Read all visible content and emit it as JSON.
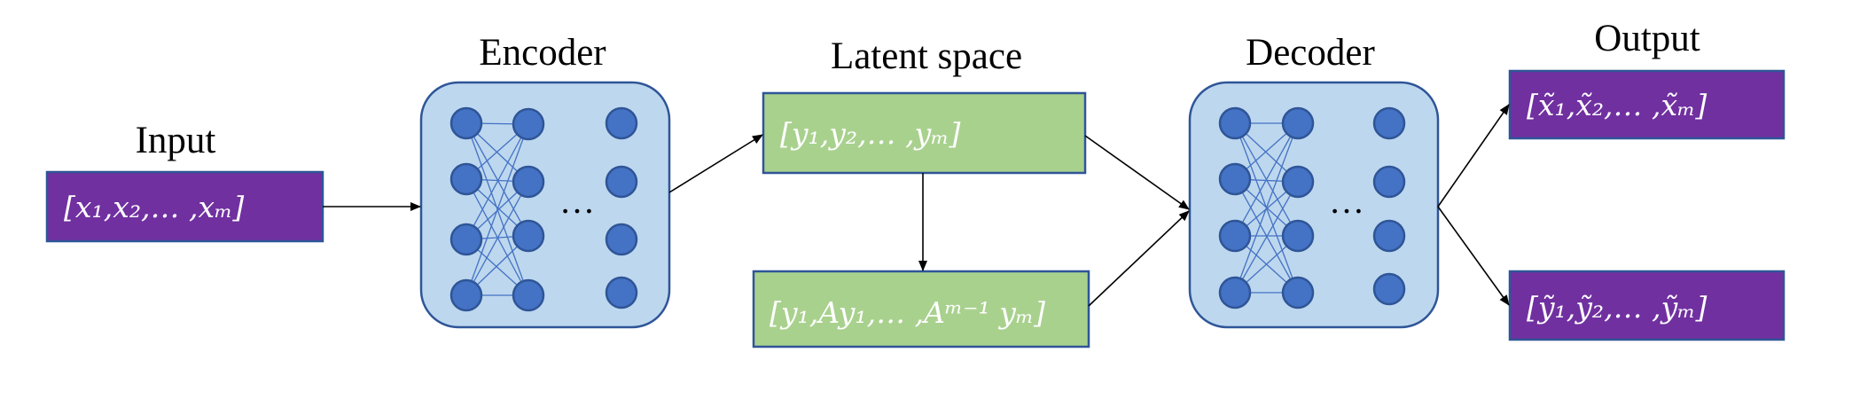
{
  "labels": {
    "input": "Input",
    "encoder": "Encoder",
    "latent": "Latent space",
    "decoder": "Decoder",
    "output": "Output"
  },
  "boxes": {
    "input": "[x₁,x₂,…  ,xₘ]",
    "latent_seq": "[y₁,y₂,…  ,yₘ]",
    "latent_koopman": "[y₁,Ay₁,…  ,Aᵐ⁻¹ yₘ]",
    "output_x": "[x̃₁,x̃₂,…  ,x̃ₘ]",
    "output_y": "[ỹ₁,ỹ₂,…  ,ỹₘ]"
  },
  "network": {
    "ellipsis": "…"
  },
  "colors": {
    "purple_box": "#7030a0",
    "green_box": "#a9d18e",
    "network_bg": "#bdd7ee",
    "node": "#4472c4"
  }
}
